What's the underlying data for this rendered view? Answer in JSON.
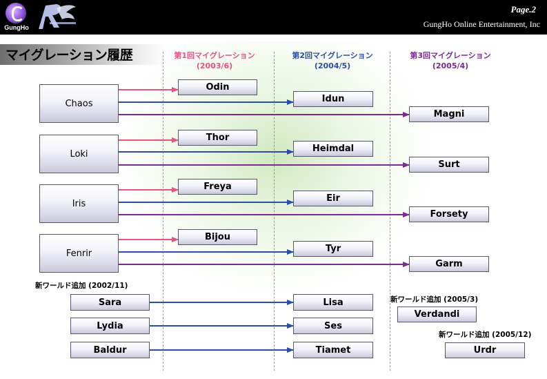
{
  "header": {
    "brand": "GungHo",
    "page": "Page.2",
    "company": "GungHo Online Entertainment, Inc"
  },
  "slide": {
    "title": "マイグレーション履歴"
  },
  "colors": {
    "pink": "#f0507e",
    "blue": "#2a4da8",
    "purple": "#7a2a90"
  },
  "columns": [
    {
      "title": "第1回マイグレーション",
      "date": "(2003/6)",
      "color": "#e8507e"
    },
    {
      "title": "第2回マイグレーション",
      "date": "(2004/5)",
      "color": "#2a4da8"
    },
    {
      "title": "第3回マイグレーション",
      "date": "(2005/4)",
      "color": "#7a2a90"
    }
  ],
  "groups": [
    {
      "source": "Chaos",
      "first": "Odin",
      "second": "Idun",
      "third": "Magni"
    },
    {
      "source": "Loki",
      "first": "Thor",
      "second": "Heimdal",
      "third": "Surt"
    },
    {
      "source": "Iris",
      "first": "Freya",
      "second": "Eir",
      "third": "Forsety"
    },
    {
      "source": "Fenrir",
      "first": "Bijou",
      "second": "Tyr",
      "third": "Garm"
    }
  ],
  "new_worlds": {
    "note_2002": "新ワールド追加 (2002/11)",
    "pairs": [
      {
        "from": "Sara",
        "to": "Lisa"
      },
      {
        "from": "Lydia",
        "to": "Ses"
      },
      {
        "from": "Baldur",
        "to": "Tiamet"
      }
    ],
    "note_2005_3": "新ワールド追加 (2005/3)",
    "world_2005_3": "Verdandi",
    "note_2005_12": "新ワールド追加 (2005/12)",
    "world_2005_12": "Urdr"
  }
}
